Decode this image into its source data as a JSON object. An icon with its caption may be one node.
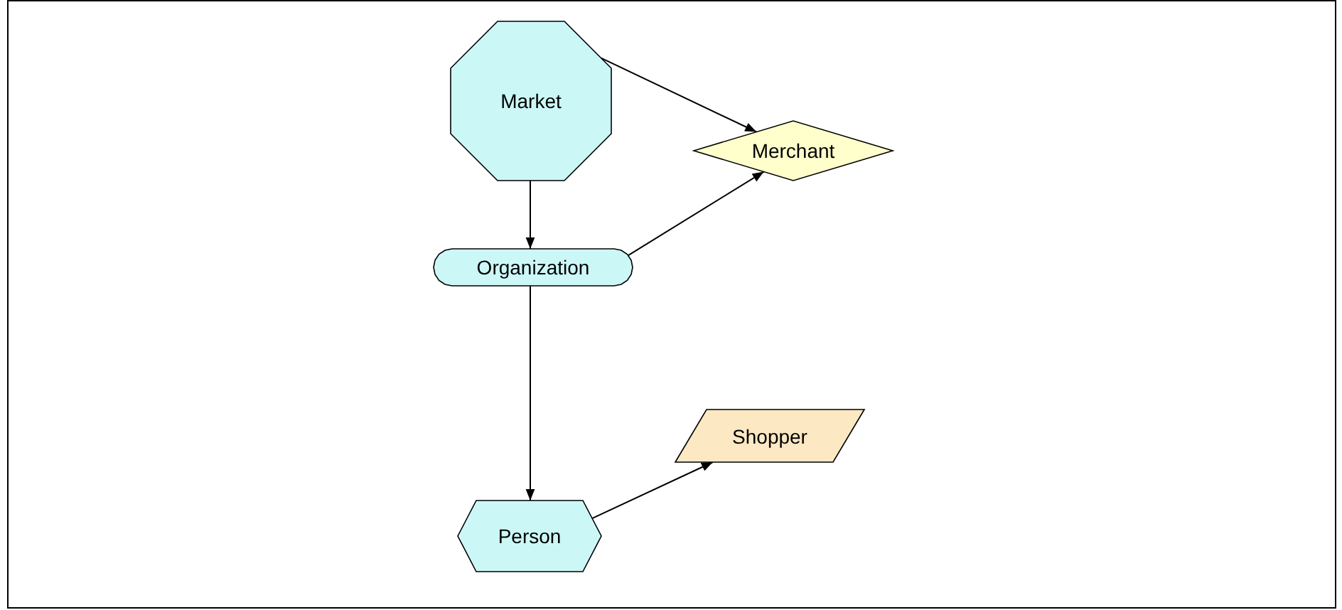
{
  "diagram": {
    "nodes": [
      {
        "text": [
          "Market"
        ]
      },
      {
        "text": [
          "Merchant"
        ]
      },
      {
        "text": [
          "Organization"
        ]
      },
      {
        "text": [
          "Person"
        ]
      },
      {
        "text": [
          "Shopper"
        ]
      }
    ],
    "edges": [
      {
        "from": 0,
        "to": 1,
        "arrow": "to"
      },
      {
        "from": 0,
        "to": 2,
        "arrow": "to"
      },
      {
        "from": 2,
        "to": 1,
        "arrow": "to"
      },
      {
        "from": 2,
        "to": 3,
        "arrow": "to"
      },
      {
        "from": 3,
        "to": 4,
        "arrow": "to"
      }
    ]
  }
}
